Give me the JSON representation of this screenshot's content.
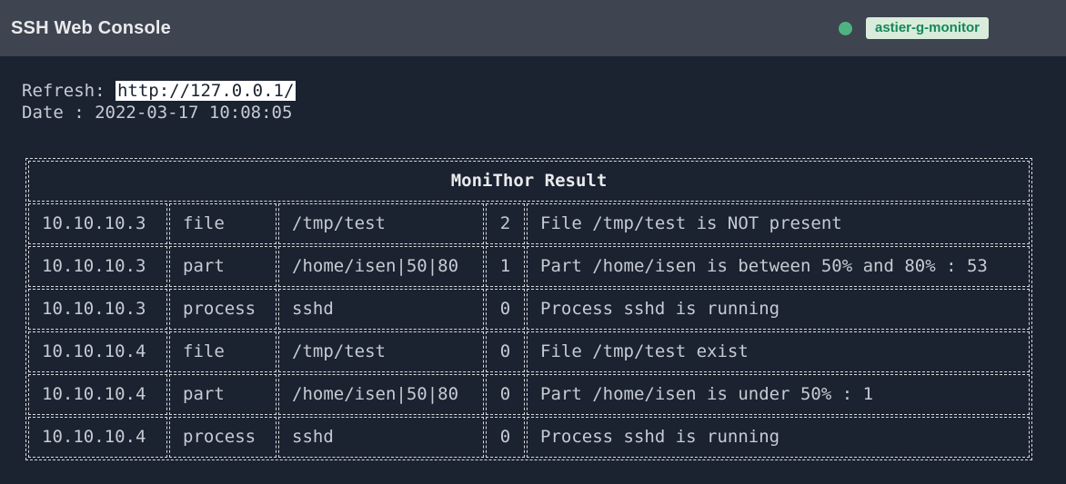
{
  "header": {
    "title": "SSH Web Console",
    "host_badge": "astier-g-monitor"
  },
  "info": {
    "refresh_label": "Refresh: ",
    "refresh_url": "http://127.0.0.1/",
    "date_line": "Date : 2022-03-17 10:08:05"
  },
  "monitor_table": {
    "title": "MoniThor Result",
    "rows": [
      {
        "host": "10.10.10.3",
        "check": "file",
        "target": "/tmp/test",
        "code": "2",
        "message": "File /tmp/test is NOT present"
      },
      {
        "host": "10.10.10.3",
        "check": "part",
        "target": "/home/isen|50|80",
        "code": "1",
        "message": "Part /home/isen is between 50% and 80% : 53"
      },
      {
        "host": "10.10.10.3",
        "check": "process",
        "target": "sshd",
        "code": "0",
        "message": "Process sshd is running"
      },
      {
        "host": "10.10.10.4",
        "check": "file",
        "target": "/tmp/test",
        "code": "0",
        "message": "File /tmp/test exist"
      },
      {
        "host": "10.10.10.4",
        "check": "part",
        "target": "/home/isen|50|80",
        "code": "0",
        "message": "Part /home/isen is under 50% : 1"
      },
      {
        "host": "10.10.10.4",
        "check": "process",
        "target": "sshd",
        "code": "0",
        "message": "Process sshd is running"
      }
    ]
  },
  "colors": {
    "page-bg": "#1b2230",
    "topbar-bg": "#3e4450",
    "text": "#c6cbd3",
    "border": "#d6d9dc",
    "title": "#e9eaec",
    "badge-bg": "#d9ecdb",
    "badge-text": "#13875a",
    "dot": "#4db380",
    "url-bg": "#ffffff",
    "url-text": "#1b2230"
  }
}
